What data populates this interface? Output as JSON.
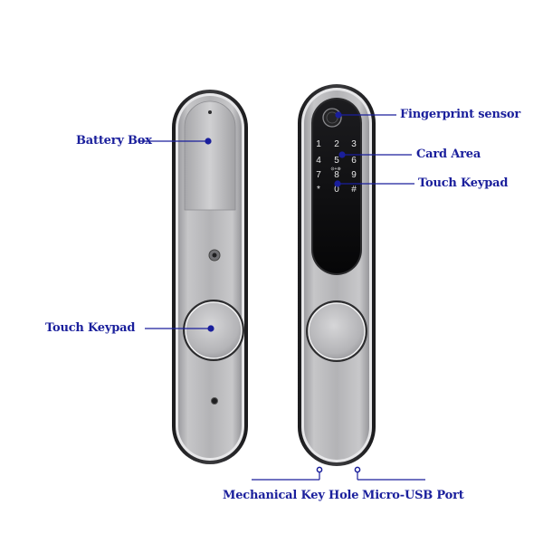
{
  "labels": {
    "battery_box": "Battery Box",
    "touch_keypad_left": "Touch Keypad",
    "fingerprint_sensor": "Fingerprint sensor",
    "card_area": "Card Area",
    "touch_keypad_right": "Touch Keypad",
    "mechanical_key_hole": "Mechanical Key Hole",
    "micro_usb_port": "Micro-USB Port"
  },
  "keypad": {
    "keys": [
      "1",
      "2",
      "3",
      "4",
      "5",
      "6",
      "7",
      "8",
      "9",
      "*",
      "0",
      "#"
    ],
    "sublabel_5": "⊙+⊚"
  },
  "colors": {
    "callout": "#1a1f9c",
    "lock_body": "#b9b9bb",
    "lock_frame": "#2a2a2c",
    "screen": "#101012"
  }
}
